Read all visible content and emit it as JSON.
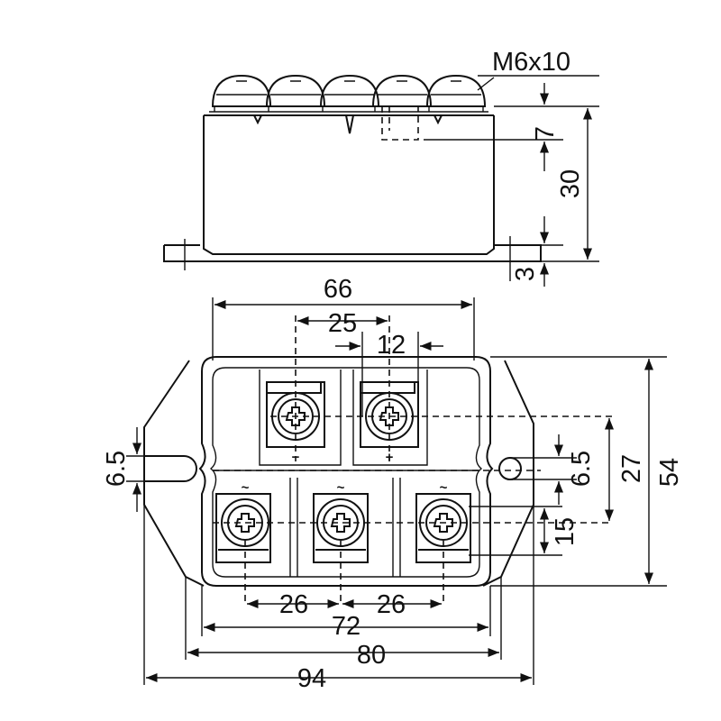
{
  "title": "",
  "screw_callout": "M6x10",
  "side_view": {
    "top_height": "7",
    "body_height": "30",
    "base_height": "3"
  },
  "top_view": {
    "width_66": "66",
    "pitch_25": "25",
    "pitch_12": "12",
    "height_54": "54",
    "pitch_27": "27",
    "hole_right": "6.5",
    "hole_left": "6.5",
    "pitch_15": "15",
    "pitch_26a": "26",
    "pitch_26b": "26",
    "width_72": "72",
    "width_80": "80",
    "width_94": "94",
    "terminal_minus": "−",
    "terminal_plus": "+",
    "terminal_ac1": "~",
    "terminal_ac2": "~",
    "terminal_ac3": "~"
  }
}
